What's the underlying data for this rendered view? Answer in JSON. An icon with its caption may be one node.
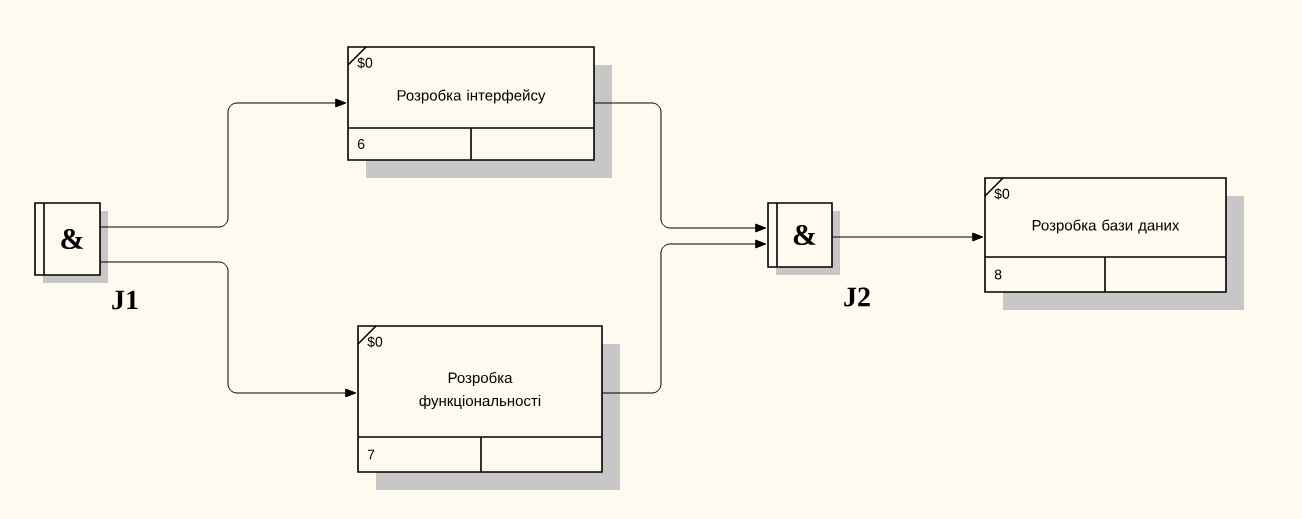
{
  "diagram": {
    "nodes": [
      {
        "text": [
          "&"
        ],
        "beside": [
          "J1"
        ]
      },
      {
        "text": [
          "$0",
          "Розробка інтерфейсу",
          "6"
        ]
      },
      {
        "text": [
          "$0",
          "Розробка функціональності",
          "7"
        ]
      },
      {
        "text": [
          "&"
        ],
        "beside": [
          "J2"
        ]
      },
      {
        "text": [
          "$0",
          "Розробка бази даних",
          "8"
        ]
      }
    ],
    "edges": [
      {
        "from": 0,
        "to": 1,
        "arrow": "to"
      },
      {
        "from": 0,
        "to": 2,
        "arrow": "to"
      },
      {
        "from": 1,
        "to": 3,
        "arrow": "to"
      },
      {
        "from": 2,
        "to": 3,
        "arrow": "to"
      },
      {
        "from": 3,
        "to": 4,
        "arrow": "to"
      }
    ]
  }
}
